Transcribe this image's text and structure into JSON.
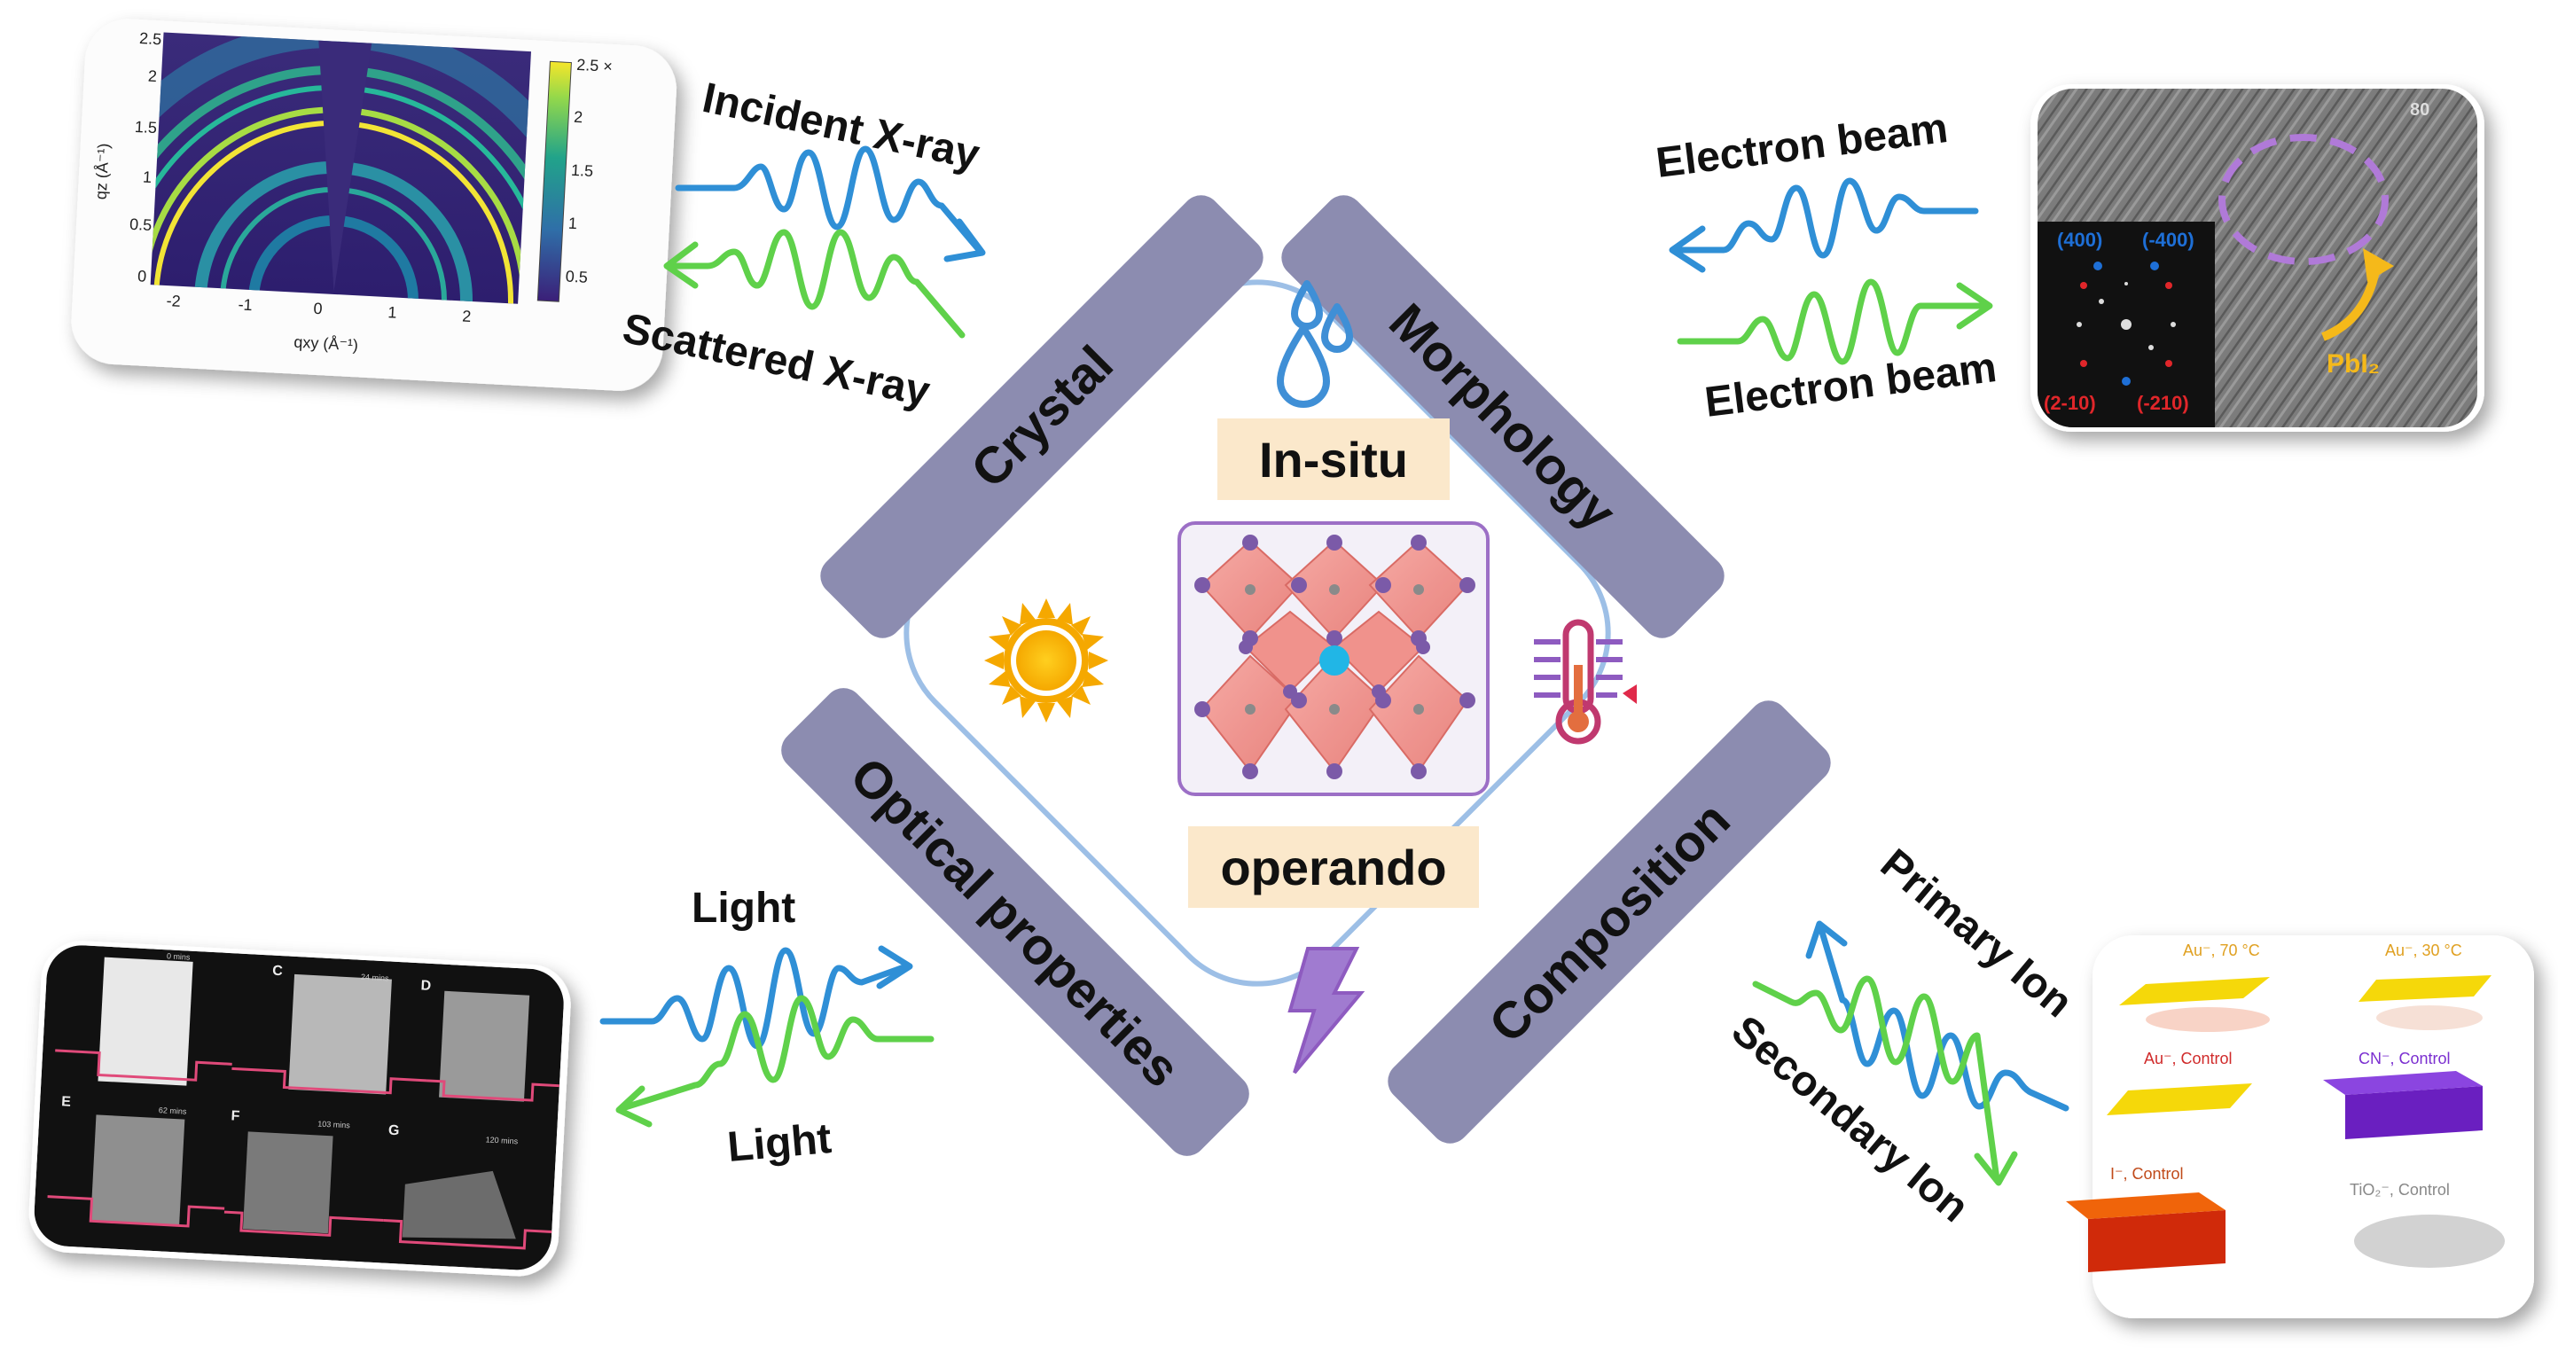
{
  "center": {
    "top_label": "In-situ",
    "bottom_label": "operando"
  },
  "bands": {
    "crystal": "Crystal",
    "morphology": "Morphology",
    "optical": "Optical properties",
    "composition": "Composition"
  },
  "waves": {
    "incident_xray": "Incident X-ray",
    "scattered_xray": "Scattered X-ray",
    "electron_beam_in": "Electron beam",
    "electron_beam_out": "Electron beam",
    "light_in": "Light",
    "light_out": "Light",
    "primary_ion": "Primary Ion",
    "secondary_ion": "Secondary Ion"
  },
  "giwaxs_panel": {
    "x_ticks": [
      "-2",
      "-1",
      "0",
      "1",
      "2"
    ],
    "y_ticks": [
      "0",
      "0.5",
      "1",
      "1.5",
      "2",
      "2.5"
    ],
    "colorbar_ticks": [
      "0.5",
      "1",
      "1.5",
      "2",
      "2.5 ×"
    ],
    "x_label": "q⁠xy (Å⁻¹)",
    "y_label": "q⁠z (Å⁻¹)"
  },
  "tem_panel": {
    "scale_text": "80",
    "fft_labels": [
      "(400)",
      "(-400)",
      "(2-10)",
      "(-210)"
    ],
    "phase_label": "PbI₂"
  },
  "optical_panel": {
    "frame_letters": [
      "C",
      "D",
      "E",
      "F",
      "G"
    ],
    "frame_times": [
      "0 mins",
      "24 mins",
      "62 mins",
      "103 mins",
      "120 mins"
    ]
  },
  "tof_panel": {
    "labels": [
      "Au⁻, 70 °C",
      "Au⁻, 30 °C",
      "Au⁻, Control",
      "CN⁻, Control",
      "I⁻, Control",
      "TiO₂⁻, Control"
    ]
  },
  "colors": {
    "band": "#8c8cb0",
    "diamond_stroke": "#9dbfe6",
    "wave_blue": "#2f8fd6",
    "wave_green": "#5fd14a",
    "label_bg": "#fbe8cb",
    "sun": "#f5a800",
    "bolt": "#8e5bc0",
    "thermo": "#c0396f"
  }
}
